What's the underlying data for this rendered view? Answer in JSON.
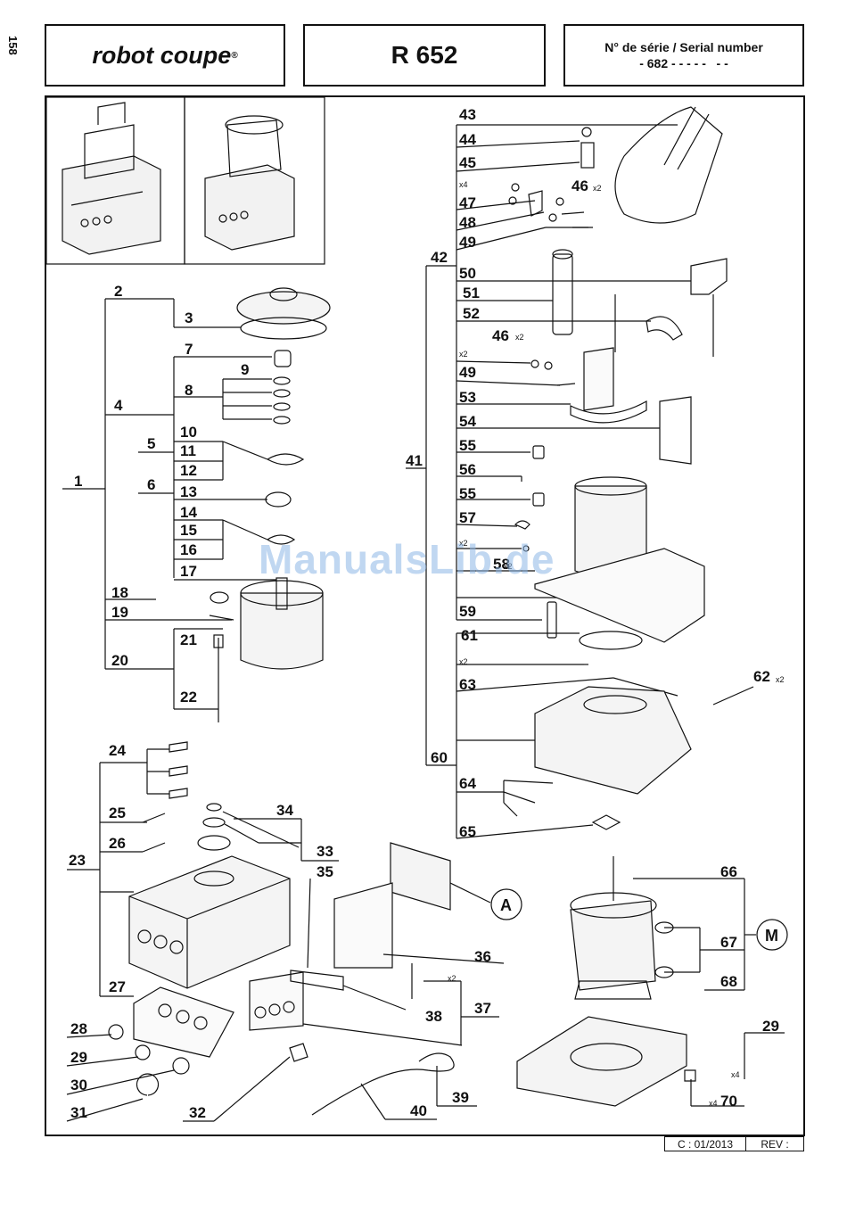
{
  "page_number": "158",
  "header": {
    "brand": "robot coupe",
    "brand_mark": "®",
    "model": "R 652",
    "serial_title": "N° de série / Serial number",
    "serial_value": "- 682 - - - - -   - -"
  },
  "footer": {
    "code": "C : 01/2013",
    "rev": "REV :"
  },
  "watermark": "ManualsLib.de",
  "parts": [
    "1",
    "2",
    "3",
    "4",
    "5",
    "6",
    "7",
    "8",
    "9",
    "10",
    "11",
    "12",
    "13",
    "14",
    "15",
    "16",
    "17",
    "18",
    "19",
    "20",
    "21",
    "22",
    "23",
    "24",
    "25",
    "26",
    "27",
    "28",
    "29",
    "30",
    "31",
    "32",
    "33",
    "34",
    "35",
    "36",
    "37",
    "38",
    "39",
    "40",
    "41",
    "42",
    "43",
    "44",
    "45",
    "46",
    "47",
    "48",
    "49",
    "50",
    "51",
    "52",
    "53",
    "54",
    "55",
    "56",
    "57",
    "58",
    "59",
    "60",
    "61",
    "62",
    "63",
    "64",
    "65",
    "66",
    "67",
    "68",
    "70"
  ],
  "quantities": {
    "x2": "x2",
    "x4": "x4"
  },
  "callouts": {
    "a": "A",
    "m": "M"
  }
}
